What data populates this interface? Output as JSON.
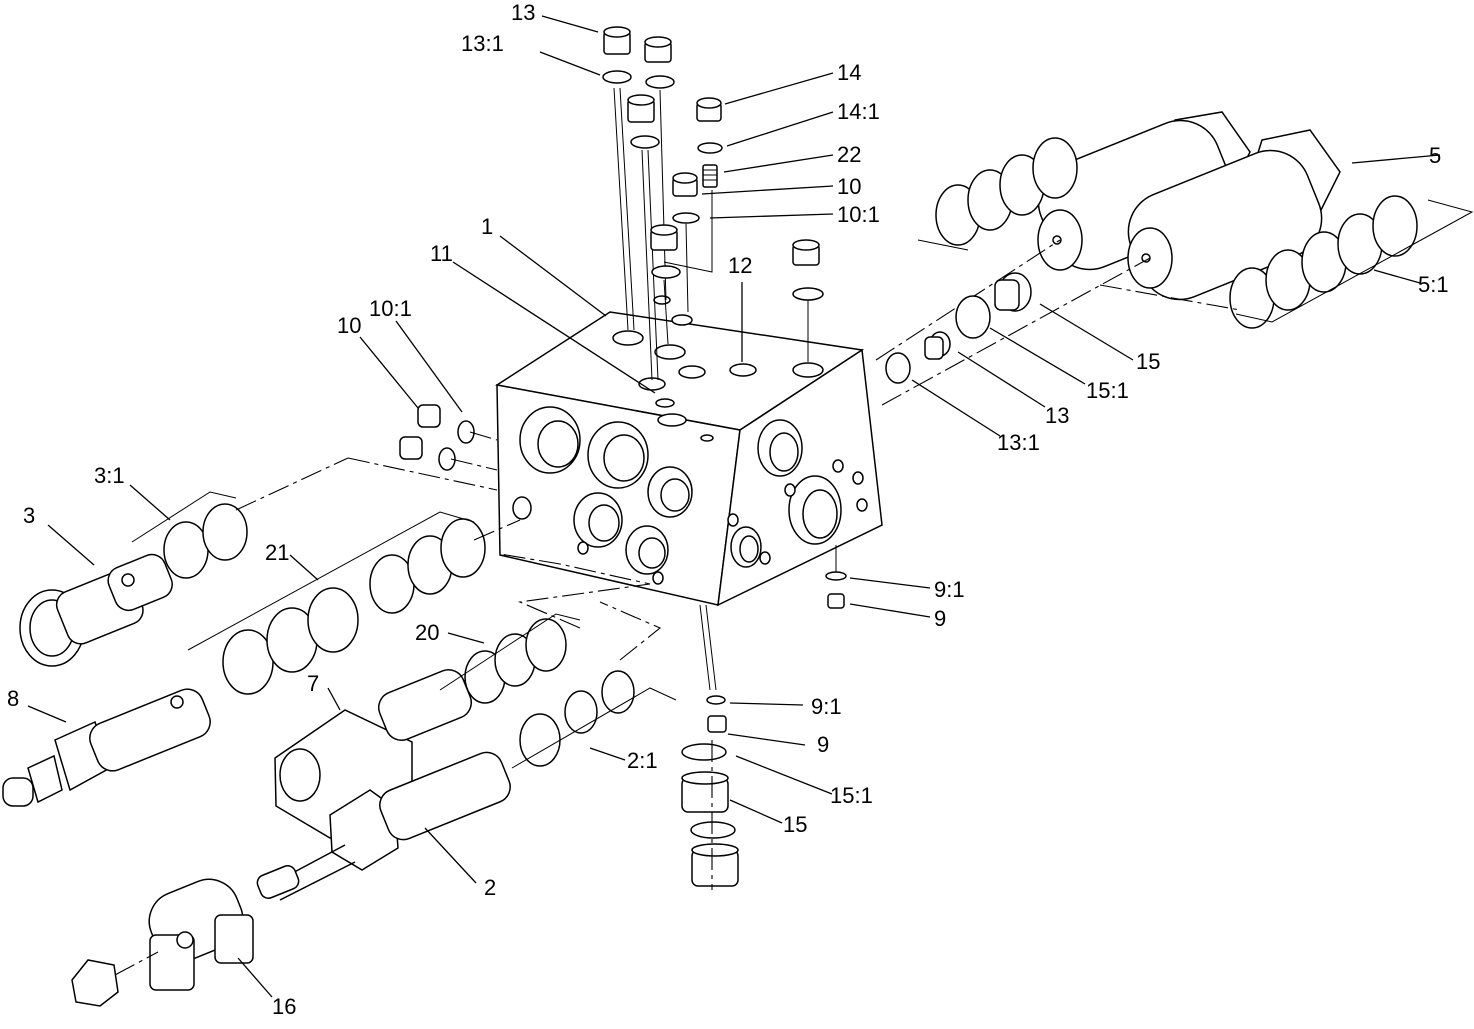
{
  "callouts": [
    "13",
    "13:1",
    "14",
    "14:1",
    "22",
    "10",
    "10:1",
    "1",
    "11",
    "12",
    "5",
    "5:1",
    "10",
    "10:1",
    "15",
    "15:1",
    "13",
    "13:1",
    "3:1",
    "3",
    "21",
    "9:1",
    "9",
    "20",
    "7",
    "8",
    "9:1",
    "9",
    "2:1",
    "15:1",
    "15",
    "2",
    "16"
  ]
}
